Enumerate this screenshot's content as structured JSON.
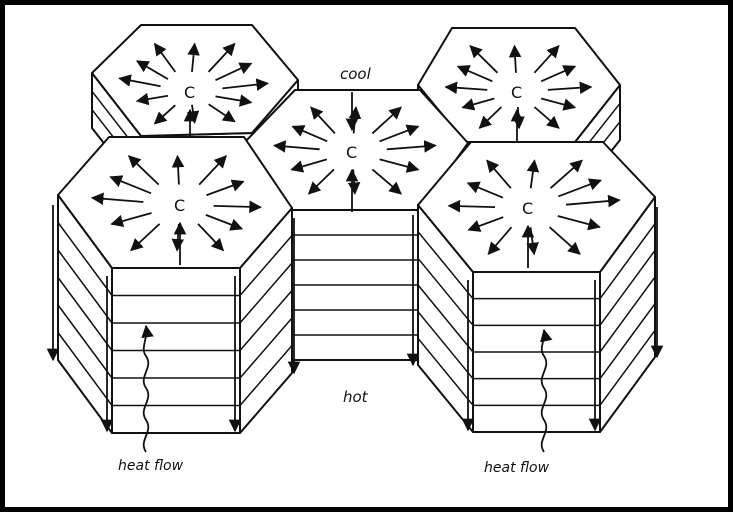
{
  "diagram": {
    "labels": {
      "cool": "cool",
      "hot": "hot",
      "heat_flow_left": "heat flow",
      "heat_flow_right": "heat flow"
    },
    "cells": [
      {
        "id": "back-left",
        "center_label": "C"
      },
      {
        "id": "back-right",
        "center_label": "C"
      },
      {
        "id": "middle",
        "center_label": "C"
      },
      {
        "id": "front-left",
        "center_label": "C"
      },
      {
        "id": "front-right",
        "center_label": "C"
      }
    ],
    "colors": {
      "ink": "#111111",
      "background": "#ffffff",
      "frame": "#000000"
    }
  }
}
